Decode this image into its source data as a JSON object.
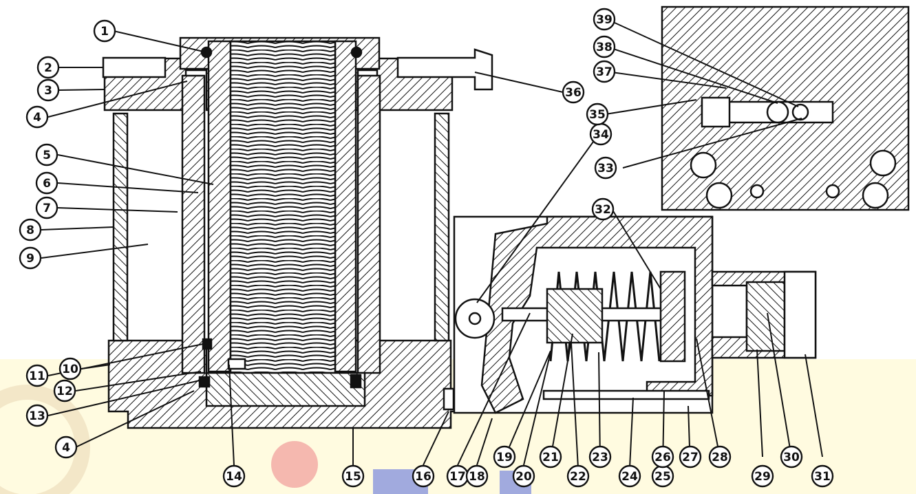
{
  "colors": {
    "line": "#111111",
    "paper": "#ffffff",
    "watermark_band": "#fffbe0",
    "watermark_red": "#e8281c",
    "watermark_blue": "#2a3fb8"
  },
  "callouts": [
    "1",
    "2",
    "3",
    "4",
    "5",
    "6",
    "7",
    "8",
    "9",
    "10",
    "11",
    "12",
    "13",
    "4",
    "14",
    "15",
    "16",
    "17",
    "18",
    "19",
    "20",
    "21",
    "22",
    "23",
    "24",
    "25",
    "26",
    "27",
    "28",
    "29",
    "30",
    "31",
    "32",
    "33",
    "34",
    "35",
    "36",
    "37",
    "38",
    "39"
  ]
}
